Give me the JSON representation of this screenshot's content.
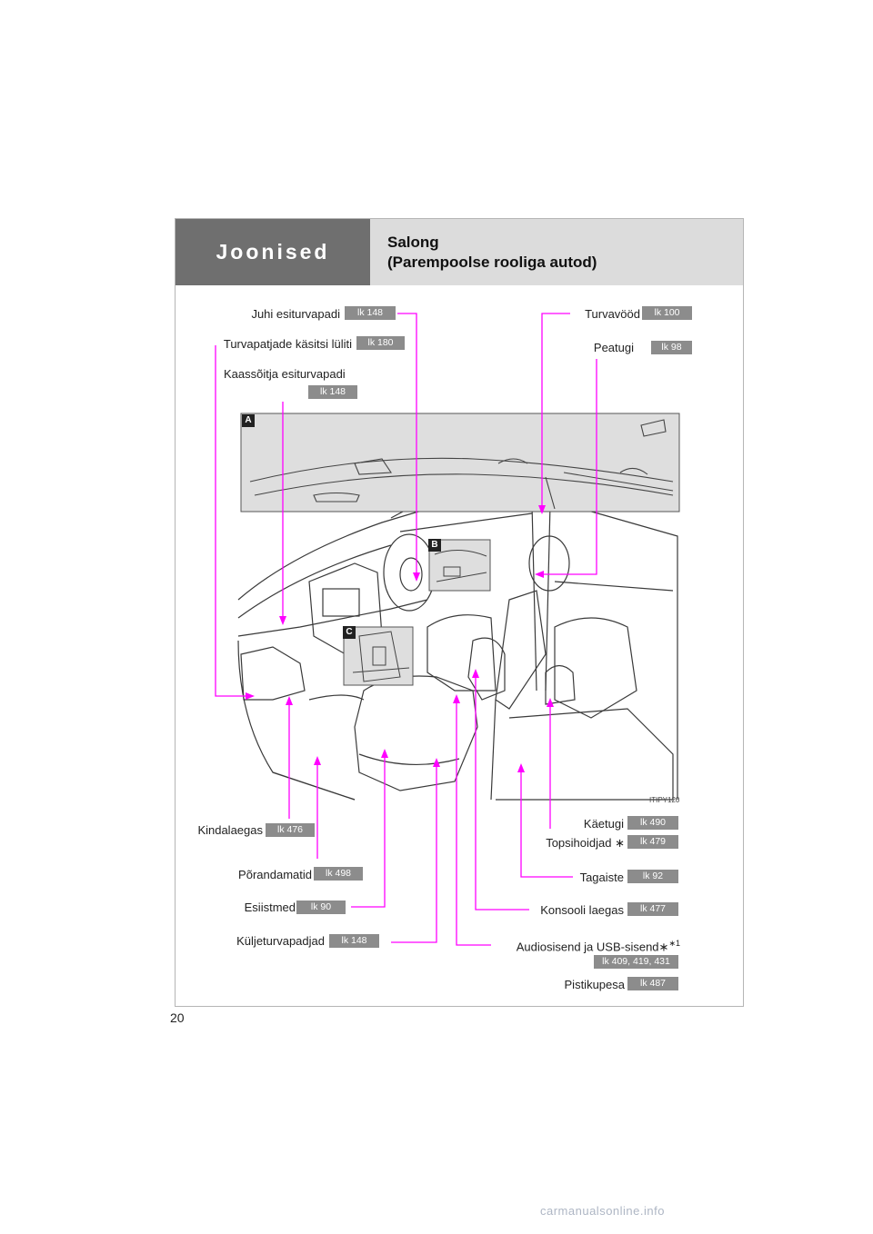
{
  "header": {
    "tab_label": "Joonised",
    "title_line1": "Salong",
    "title_line2": "(Parempoolse rooliga autod)"
  },
  "callouts": {
    "driver_airbag": {
      "label": "Juhi esiturvapadi",
      "ref": "lk 148"
    },
    "airbag_switch": {
      "label": "Turvapatjade käsitsi lüliti",
      "ref": "lk 180"
    },
    "passenger_airbag": {
      "label": "Kaassõitja esiturvapadi",
      "ref": "lk 148"
    },
    "seat_belts": {
      "label": "Turvavööd",
      "ref": "lk 100"
    },
    "head_restraint": {
      "label": "Peatugi",
      "ref": "lk 98"
    },
    "glovebox": {
      "label": "Kindalaegas",
      "ref": "lk 476"
    },
    "floor_mats": {
      "label": "Põrandamatid",
      "ref": "lk 498"
    },
    "front_seats": {
      "label": "Esiistmed",
      "ref": "lk 90"
    },
    "side_airbags": {
      "label": "Küljeturvapadjad",
      "ref": "lk 148"
    },
    "armrest": {
      "label": "Käetugi",
      "ref": "lk 490"
    },
    "cup_holders": {
      "label": "Topsihoidjad",
      "star": "∗",
      "ref": "lk 479"
    },
    "seatback": {
      "label": "Tagaiste",
      "ref": "lk 92"
    },
    "console_box": {
      "label": "Konsooli laegas",
      "ref": "lk 477"
    },
    "audio_usb": {
      "label": "Audiosisend ja USB-sisend",
      "star": "∗",
      "note": "∗1",
      "ref": "lk 409, 419, 431"
    },
    "power_outlet": {
      "label": "Pistikupesa",
      "ref": "lk 487"
    }
  },
  "figure": {
    "tags": [
      "A",
      "B",
      "C"
    ],
    "image_code": "ITIPY120"
  },
  "page_number": "20",
  "watermark": "carmanualsonline.info",
  "colors": {
    "leader_line": "#ff00ff",
    "badge": "#8c8c8c",
    "tab": "#6f6f6f",
    "header_band": "#dcdcdc"
  }
}
